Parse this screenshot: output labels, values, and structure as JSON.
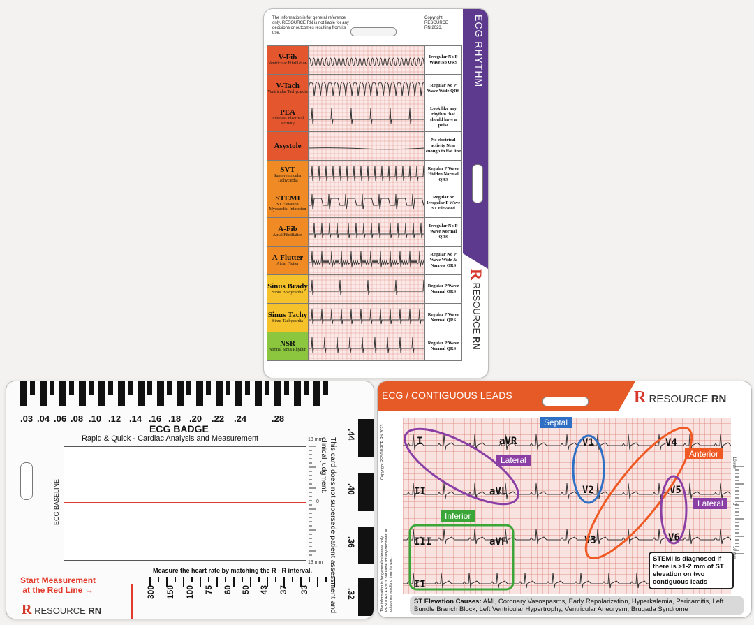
{
  "rhythm_card": {
    "disclaimer": "The information is for general reference only. RESOURCE RN is not liable for any decisions or outcomes resulting from its use.",
    "copyright": "Copyright RESOURCE RN 2023.",
    "title": "ECG RHYTHM",
    "brand_resource": "RESOURCE",
    "brand_rn": "RN",
    "rows": [
      {
        "name": "V-Fib",
        "sub": "Ventricular Fibrillation",
        "desc": "Irregular No P Wave No QRS",
        "color": "#e4572e"
      },
      {
        "name": "V-Tach",
        "sub": "Ventricular Tachycardia",
        "desc": "Regular No P Wave Wide QRS",
        "color": "#e4572e"
      },
      {
        "name": "PEA",
        "sub": "Pulseless Electrical Activity",
        "desc": "Look like any rhythm that should have a pulse",
        "color": "#e4572e"
      },
      {
        "name": "Asystole",
        "sub": "",
        "desc": "No electrical activity Near enough to flat line",
        "color": "#e4572e"
      },
      {
        "name": "SVT",
        "sub": "Supraventricular Tachycardia",
        "desc": "Regular P Wave Hidden Normal QRS",
        "color": "#f08a24"
      },
      {
        "name": "STEMI",
        "sub": "ST Elevation Myocardial Infarction",
        "desc": "Regular or Irregular P Wave ST Elevated",
        "color": "#f08a24"
      },
      {
        "name": "A-Fib",
        "sub": "Atrial Fibrillation",
        "desc": "Irregular No P Wave Normal QRS",
        "color": "#f08a24"
      },
      {
        "name": "A-Flutter",
        "sub": "Atrial Flutter",
        "desc": "Regular No P Wave Wide & Narrow QRS",
        "color": "#f08a24"
      },
      {
        "name": "Sinus Brady",
        "sub": "Sinus Bradycardia",
        "desc": "Regular P Wave Normal QRS",
        "color": "#f6c22b"
      },
      {
        "name": "Sinus Tachy",
        "sub": "Sinus Tachycardia",
        "desc": "Regular P Wave Normal QRS",
        "color": "#f6c22b"
      },
      {
        "name": "NSR",
        "sub": "Normal Sinus Rhythm",
        "desc": "Regular P Wave Normal QRS",
        "color": "#8cc63f"
      }
    ]
  },
  "badge_card": {
    "top_numbers": [
      ".03",
      ".04",
      ".06",
      ".08",
      ".10",
      ".12",
      ".14",
      ".16",
      ".18",
      ".20",
      ".22",
      ".24",
      ".28"
    ],
    "title": "ECG BADGE",
    "subtitle": "Rapid & Quick - Cardiac Analysis and Measurement",
    "baseline_label": "ECG BASELINE",
    "mm_top": "13 mm",
    "mm_zero": "0",
    "mm_bottom": "13 mm",
    "note": "This card does not supersede patient assessment and clinical judgment.",
    "measure_text": "Measure the heart rate by matching the R - R interval.",
    "start_text_1": "Start Measurement",
    "start_text_2": "at the Red Line",
    "start_arrow": "→",
    "bottom_numbers": [
      "300",
      "150",
      "100",
      "75",
      "60",
      "50",
      "43",
      "37",
      "33"
    ],
    "side_numbers": [
      ".44",
      ".40",
      ".36",
      ".32"
    ],
    "brand_resource": "RESOURCE",
    "brand_rn": "RN"
  },
  "leads_card": {
    "title": "ECG / CONTIGUOUS LEADS",
    "brand_resource": "RESOURCE",
    "brand_rn": "RN",
    "copyright": "Copyright RESOURCE RN 2023.",
    "disclaimer": "The information is for general reference only. RESOURCE RN is not liable for any decisions or outcomes resulting from its use.",
    "leads": [
      "I",
      "aVR",
      "V1",
      "V4",
      "II",
      "aVL",
      "V2",
      "V5",
      "III",
      "aVF",
      "V3",
      "V6",
      "II"
    ],
    "tags": {
      "septal": "Septal",
      "lateral1": "Lateral",
      "anterior": "Anterior",
      "lateral2": "Lateral",
      "inferior": "Inferior"
    },
    "scale_top": "10 mm",
    "scale_zero": "0",
    "scale_bottom": "10 mm",
    "stemi_note": "STEMI is diagnosed if there is >1-2 mm of ST elevation on two contiguous leads",
    "causes_label": "ST Elevation Causes:",
    "causes_text": "AMI, Coronary Vasospasms, Early Repolarization, Hyperkalemia, Pericarditis, Left Bundle Branch Block, Left Ventricular Hypertrophy, Ventricular Aneurysm, Brugada Syndrome",
    "colors": {
      "septal": "#2f6fc4",
      "lateral": "#8b3fa5",
      "anterior": "#ef5a24",
      "inferior": "#3aa637"
    }
  }
}
